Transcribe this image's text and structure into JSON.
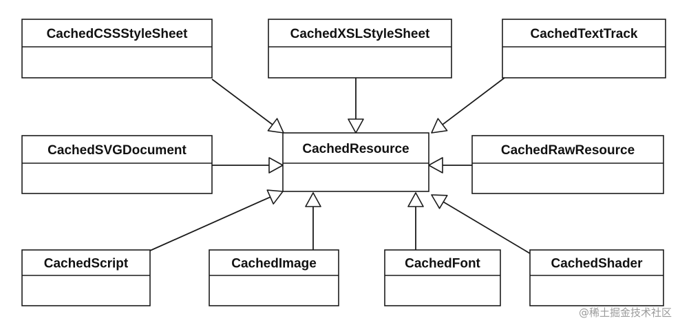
{
  "diagram": {
    "type": "uml-class-inheritance",
    "base_class": {
      "name": "CachedResource"
    },
    "subclasses": [
      {
        "id": "css",
        "name": "CachedCSSStyleSheet"
      },
      {
        "id": "xsl",
        "name": "CachedXSLStyleSheet"
      },
      {
        "id": "text",
        "name": "CachedTextTrack"
      },
      {
        "id": "svg",
        "name": "CachedSVGDocument"
      },
      {
        "id": "raw",
        "name": "CachedRawResource"
      },
      {
        "id": "script",
        "name": "CachedScript"
      },
      {
        "id": "image",
        "name": "CachedImage"
      },
      {
        "id": "font",
        "name": "CachedFont"
      },
      {
        "id": "shader",
        "name": "CachedShader"
      }
    ],
    "line_color": "#1a1a1a",
    "relationship": "generalization (hollow triangle arrowhead)"
  },
  "watermark": "@稀土掘金技术社区"
}
